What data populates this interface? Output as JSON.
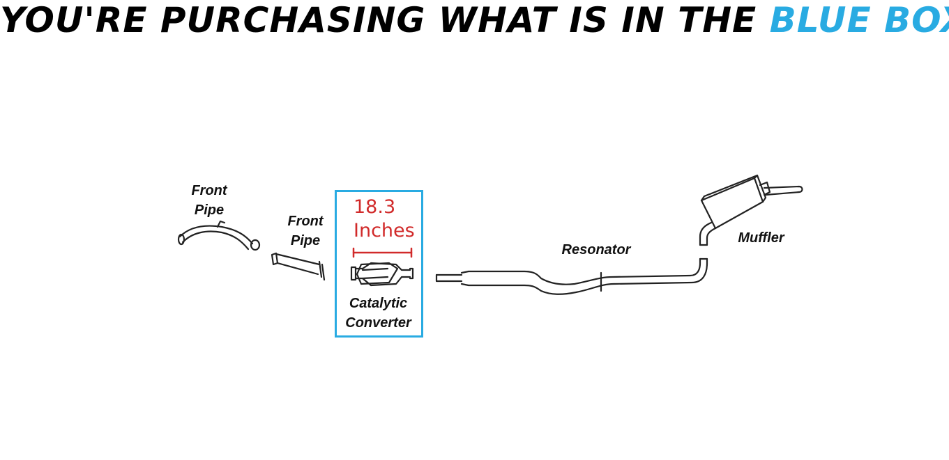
{
  "header": {
    "text": "YOU'RE PURCHASING WHAT IS IN THE",
    "accent": "BLUE BOX"
  },
  "labels": {
    "front_pipe_1": [
      "Front",
      "Pipe"
    ],
    "front_pipe_2": [
      "Front",
      "Pipe"
    ],
    "catalytic_converter": [
      "Catalytic",
      "Converter"
    ],
    "resonator": "Resonator",
    "muffler": "Muffler"
  },
  "measurement": {
    "value": "18.3",
    "unit": "Inches"
  },
  "colors": {
    "accent": "#29abe2",
    "measurement": "#d12a2a",
    "line": "#222222"
  }
}
